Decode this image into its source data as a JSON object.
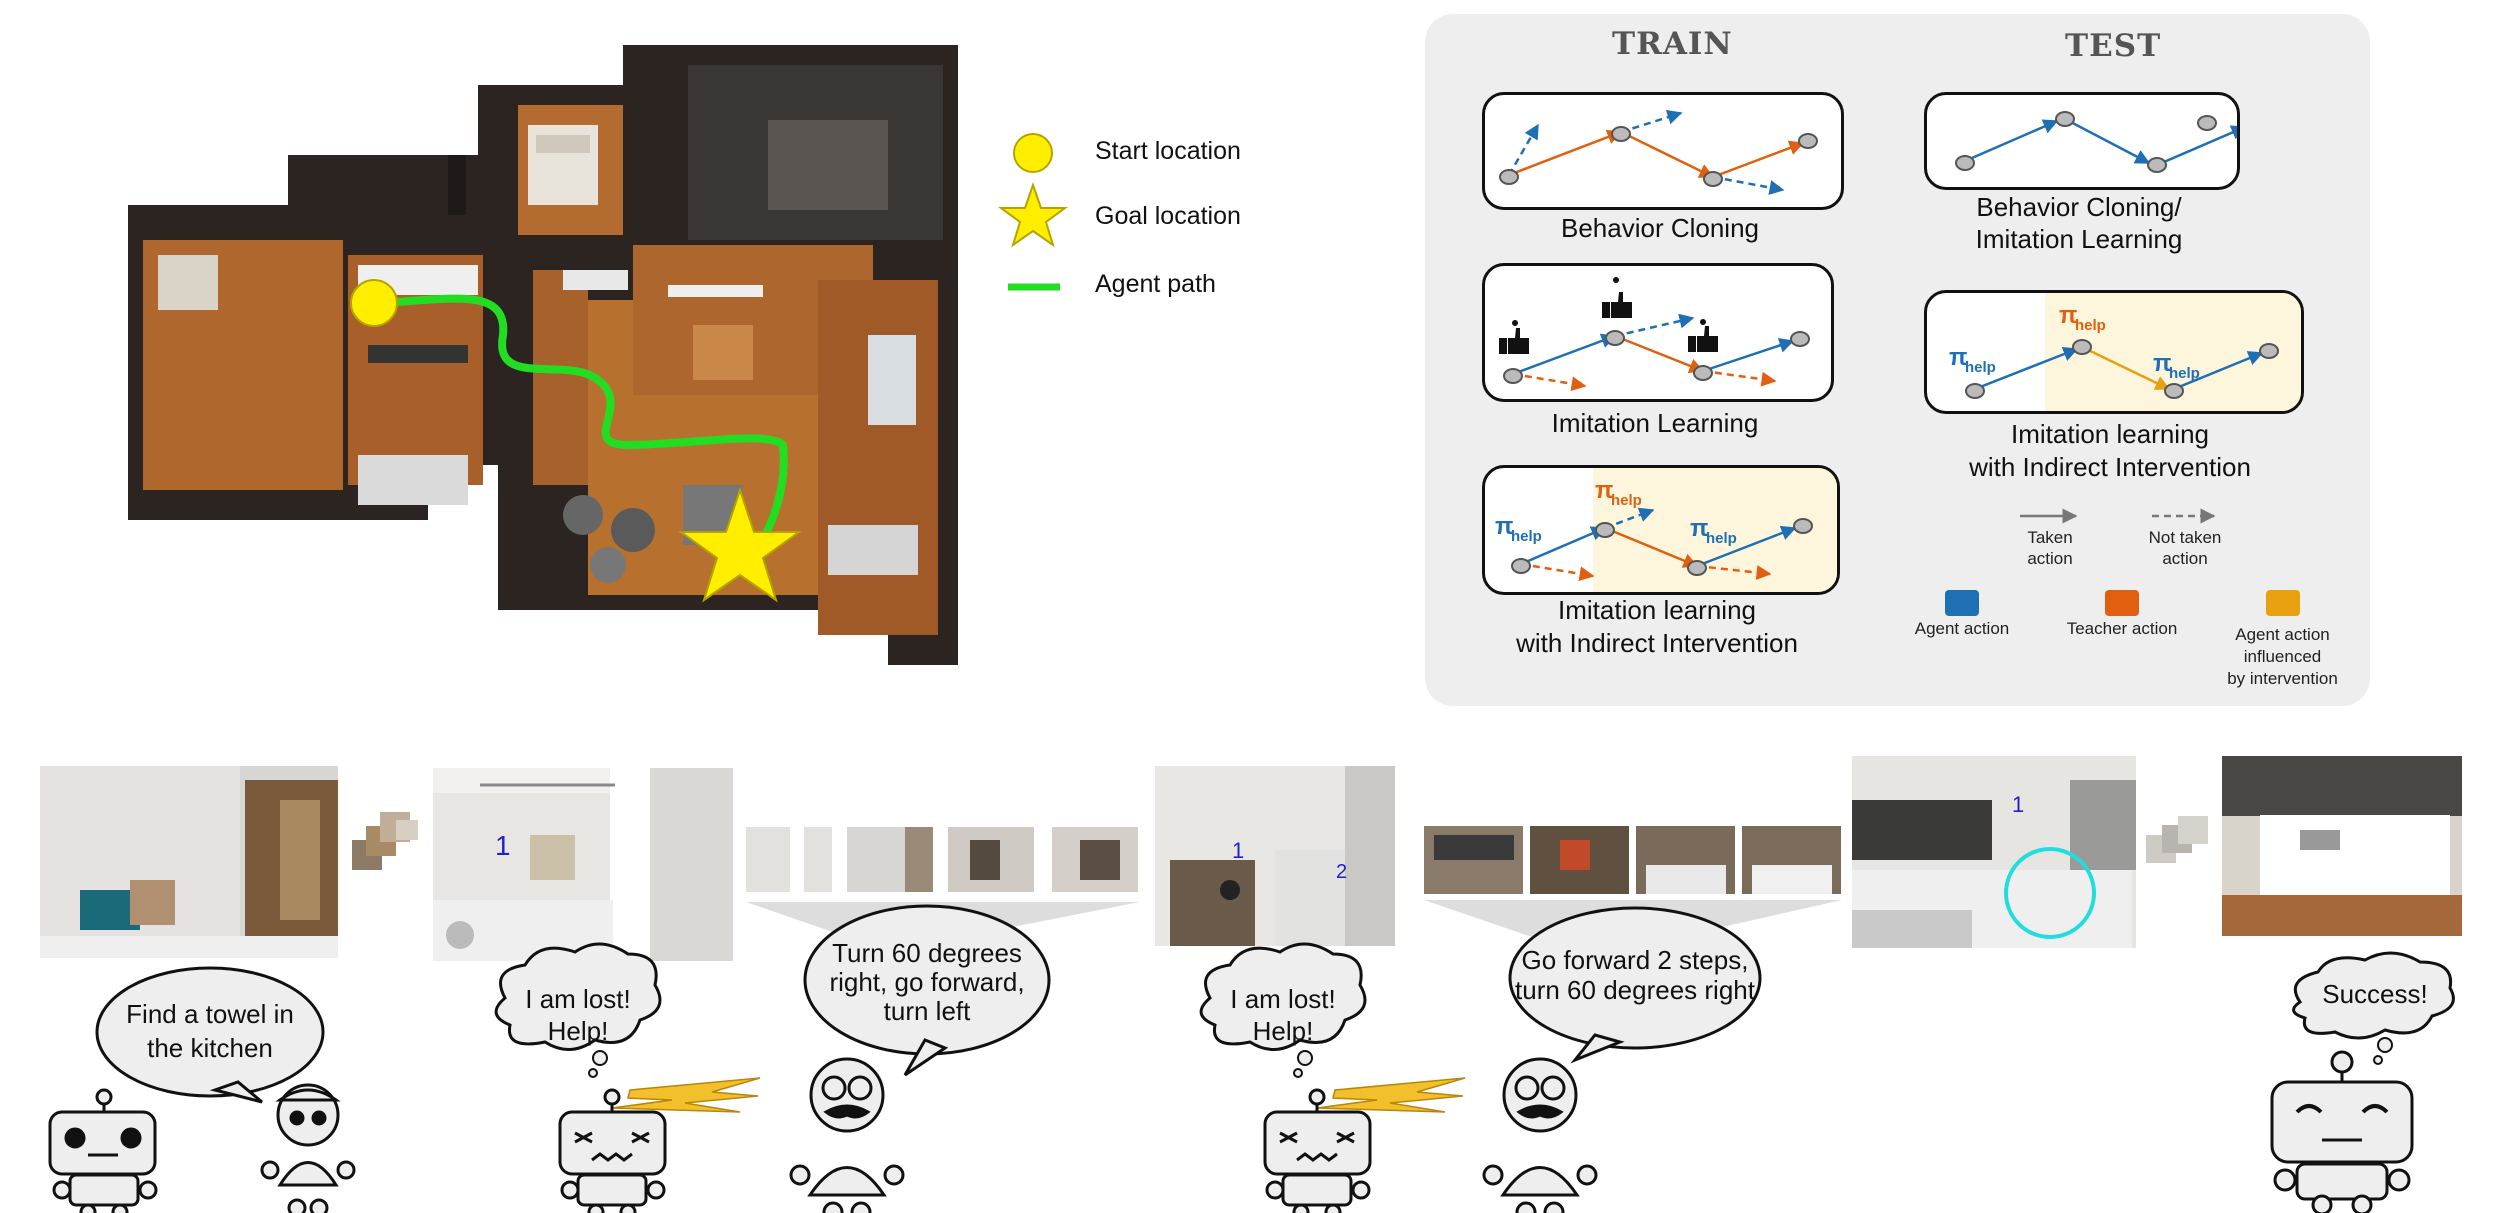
{
  "legend": {
    "start": "Start location",
    "goal": "Goal location",
    "path": "Agent path"
  },
  "colors": {
    "agent_action": "#1f6fb4",
    "teacher_action": "#e06010",
    "influenced_action": "#e8a010",
    "path": "#22dd22",
    "start_marker": "#ffee00",
    "goal_marker": "#ffee00",
    "intervention_zone": "#fdf6dc"
  },
  "panel": {
    "train_title": "TRAIN",
    "test_title": "TEST",
    "train": {
      "bc": "Behavior Cloning",
      "il": "Imitation Learning",
      "iii_line1": "Imitation learning",
      "iii_line2": "with Indirect Intervention"
    },
    "test": {
      "bc_line1": "Behavior Cloning/",
      "bc_line2": "Imitation Learning",
      "iii_line1": "Imitation learning",
      "iii_line2": "with Indirect Intervention"
    },
    "pi": "π",
    "help": "help",
    "arrow_legend": {
      "taken_line1": "Taken",
      "taken_line2": "action",
      "not_taken_line1": "Not taken",
      "not_taken_line2": "action"
    },
    "color_legend": {
      "agent": "Agent action",
      "teacher": "Teacher action",
      "influenced_line1": "Agent action",
      "influenced_line2": "influenced",
      "influenced_line3": "by intervention"
    }
  },
  "story": {
    "task_line1": "Find a towel in",
    "task_line2": "the kitchen",
    "lost1_line1": "I am lost!",
    "lost1_line2": "Help!",
    "help1_line1": "Turn 60 degrees",
    "help1_line2": "right, go forward,",
    "help1_line3": "turn left",
    "lost2_line1": "I am lost!",
    "lost2_line2": "Help!",
    "help2_line1": "Go forward 2 steps,",
    "help2_line2": "turn 60 degrees right",
    "success": "Success!",
    "marker_1": "1",
    "marker_2": "2"
  }
}
